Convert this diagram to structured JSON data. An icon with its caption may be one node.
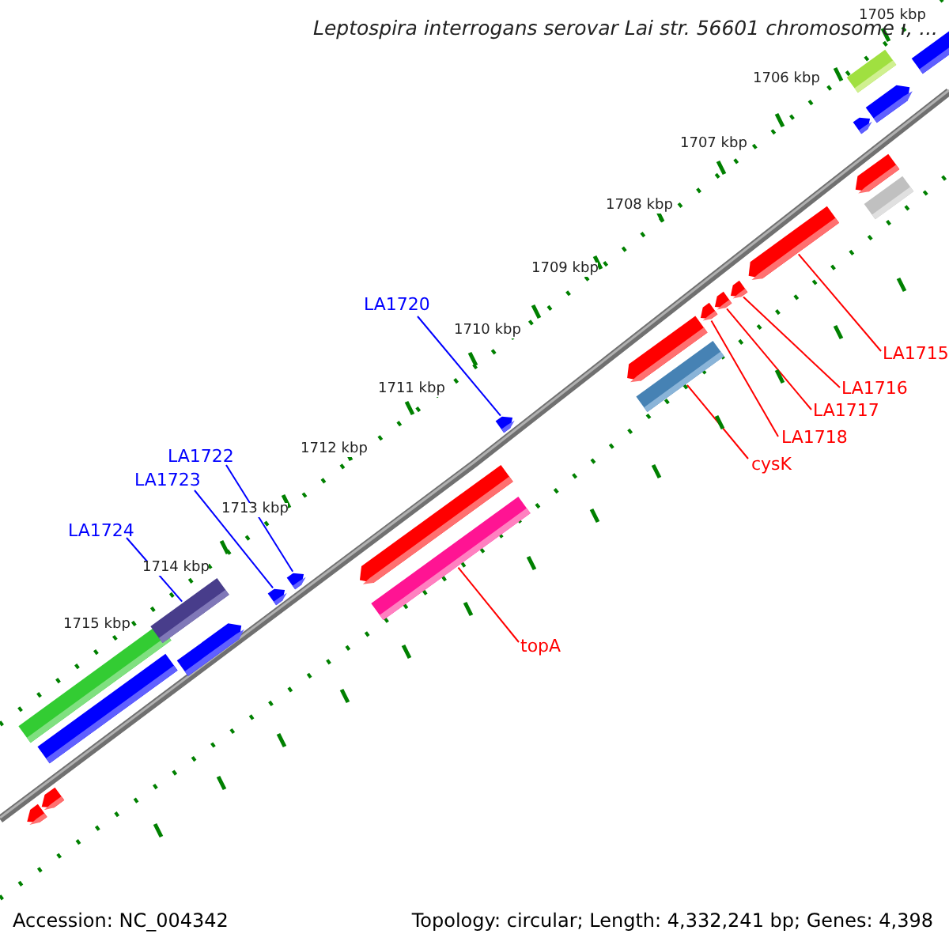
{
  "diagram": {
    "title": "Leptospira interrogans serovar Lai str. 56601 chromosome I, ...",
    "nodes": [
      {
        "text": [
          "LA1720"
        ]
      },
      {
        "text": [
          "LA1722"
        ]
      },
      {
        "text": [
          "LA1723"
        ]
      },
      {
        "text": [
          "LA1724"
        ]
      },
      {
        "text": [
          "LA1715"
        ]
      },
      {
        "text": [
          "LA1716"
        ]
      },
      {
        "text": [
          "LA1717"
        ]
      },
      {
        "text": [
          "LA1718"
        ]
      },
      {
        "text": [
          "cysK"
        ]
      },
      {
        "text": [
          "topA"
        ]
      },
      {
        "text": [],
        "shape": "bar"
      },
      {
        "text": [],
        "shape": "bar"
      },
      {
        "text": [],
        "shape": "bar"
      },
      {
        "text": [],
        "shape": "bar"
      },
      {
        "text": [],
        "shape": "bar"
      },
      {
        "text": [],
        "shape": "bar"
      },
      {
        "text": [],
        "shape": "bar"
      },
      {
        "text": [],
        "shape": "bar"
      },
      {
        "text": [],
        "shape": "bar"
      },
      {
        "text": [],
        "shape": "bar"
      },
      {
        "text": [],
        "shape": "bar"
      },
      {
        "text": [],
        "shape": "bar"
      },
      {
        "text": [],
        "shape": "bar"
      },
      {
        "text": [],
        "shape": "bar"
      },
      {
        "text": [],
        "shape": "bar"
      },
      {
        "text": [],
        "shape": "bar"
      },
      {
        "text": [],
        "shape": "bar"
      },
      {
        "text": [],
        "shape": "bar"
      },
      {
        "text": [],
        "shape": "bar"
      },
      {
        "text": [],
        "shape": "bar"
      },
      {
        "text": [],
        "shape": "bar"
      },
      {
        "text": [],
        "shape": "bar"
      },
      {
        "text": [],
        "shape": "bar"
      }
    ],
    "edges": [
      {
        "from": 0,
        "to": 20,
        "arrow": "none",
        "color": "#0000ff"
      },
      {
        "from": 1,
        "to": 17,
        "arrow": "none",
        "color": "#0000ff"
      },
      {
        "from": 2,
        "to": 16,
        "arrow": "none",
        "color": "#0000ff"
      },
      {
        "from": 3,
        "to": 14,
        "arrow": "none",
        "color": "#0000ff"
      },
      {
        "from": 4,
        "to": 26,
        "arrow": "none"
      },
      {
        "from": 5,
        "to": 25,
        "arrow": "none"
      },
      {
        "from": 6,
        "to": 24,
        "arrow": "none"
      },
      {
        "from": 7,
        "to": 23,
        "arrow": "none"
      },
      {
        "from": 8,
        "to": 22,
        "arrow": "none"
      },
      {
        "from": 9,
        "to": 19,
        "arrow": "none"
      }
    ],
    "labels": [
      "1705 kbp",
      "1706 kbp",
      "1707 kbp",
      "1708 kbp",
      "1709 kbp",
      "1710 kbp",
      "1711 kbp",
      "1712 kbp",
      "1713 kbp",
      "1714 kbp",
      "1715 kbp",
      "Accession: NC_004342",
      "Topology: circular; Length: 4,332,241 bp; Genes: 4,398"
    ]
  }
}
